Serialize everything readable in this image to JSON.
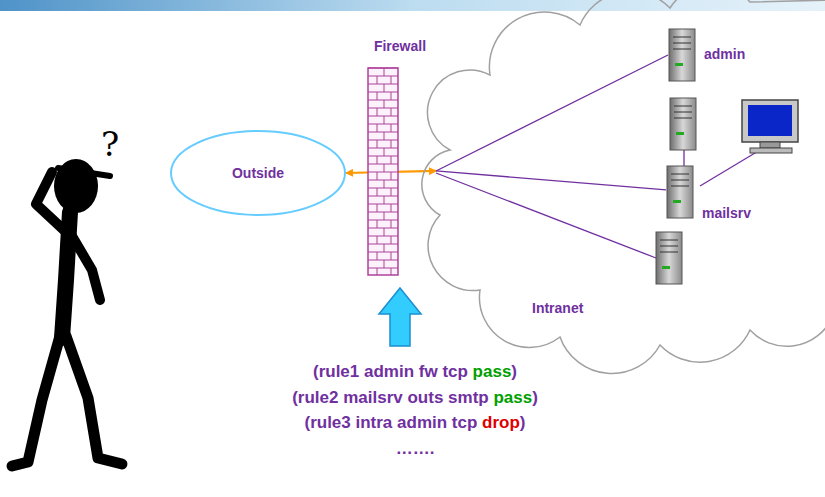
{
  "diagram": {
    "nodes": [
      {
        "text": [
          "Outside"
        ]
      },
      {
        "text": [
          "Firewall"
        ]
      },
      {
        "text": [
          "Intranet"
        ]
      },
      {
        "text": [
          "admin"
        ],
        "in": 2
      },
      {
        "text": [
          "mailsrv"
        ],
        "in": 2
      }
    ],
    "edges": [
      {
        "from": 0,
        "to": 1,
        "arrow": "both"
      },
      {
        "from": 1,
        "to": 3,
        "arrow": "none"
      },
      {
        "from": 1,
        "to": 4,
        "arrow": "none"
      }
    ],
    "labels": [
      "?",
      "(rule1 admin fw tcp pass)",
      "(rule2 mailsrv outs smtp pass)",
      "(rule3 intra admin tcp drop)",
      "……."
    ]
  }
}
